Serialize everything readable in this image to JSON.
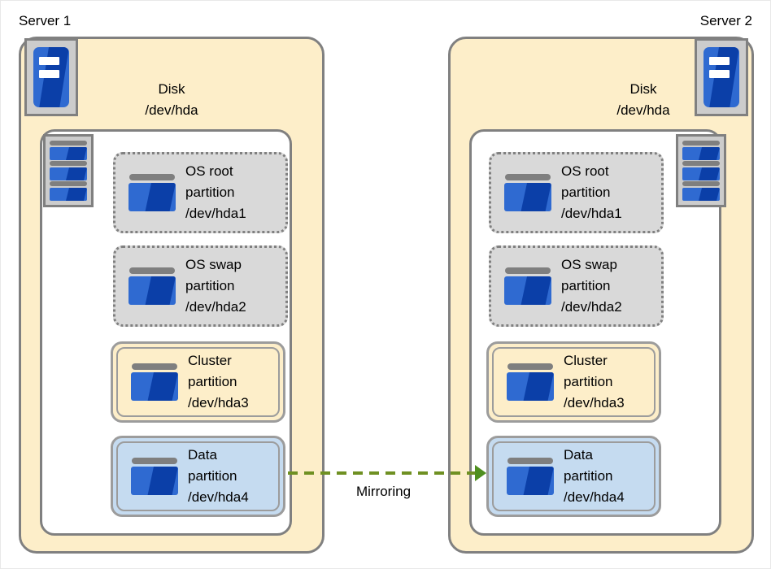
{
  "diagram": {
    "title_left": "Server 1",
    "title_right": "Server 2",
    "colors": {
      "server_fill": "#fdeec9",
      "disk_fill": "#ffffff",
      "outline": "#808080",
      "partition_os_fill": "#d9d9d9",
      "partition_cluster_fill": "#fdeec9",
      "partition_data_fill": "#c5dbf0",
      "icon_blue_light": "#2f6ad1",
      "icon_blue_dark": "#0b3fa8",
      "mirror_green": "#6f9022"
    }
  },
  "servers": [
    {
      "caption": "Server 1",
      "disk_caption_line1": "Disk",
      "disk_caption_line2": "/dev/hda",
      "partitions": [
        {
          "line1": "OS root",
          "line2": "partition",
          "line3": "/dev/hda1",
          "style": "os"
        },
        {
          "line1": "OS swap",
          "line2": "partition",
          "line3": "/dev/hda2",
          "style": "os"
        },
        {
          "line1": "Cluster",
          "line2": "partition",
          "line3": "/dev/hda3",
          "style": "cluster"
        },
        {
          "line1": "Data",
          "line2": "partition",
          "line3": "/dev/hda4",
          "style": "data"
        }
      ]
    },
    {
      "caption": "Server 2",
      "disk_caption_line1": "Disk",
      "disk_caption_line2": "/dev/hda",
      "partitions": [
        {
          "line1": "OS root",
          "line2": "partition",
          "line3": "/dev/hda1",
          "style": "os"
        },
        {
          "line1": "OS swap",
          "line2": "partition",
          "line3": "/dev/hda2",
          "style": "os"
        },
        {
          "line1": "Cluster",
          "line2": "partition",
          "line3": "/dev/hda3",
          "style": "cluster"
        },
        {
          "line1": "Data",
          "line2": "partition",
          "line3": "/dev/hda4",
          "style": "data"
        }
      ]
    }
  ],
  "connector": {
    "label": "Mirroring",
    "direction": "left-to-right"
  },
  "icons": {
    "server_tower": "server-tower-icon",
    "disk_stack": "disk-stack-icon",
    "partition_disk": "disk-platter-icon"
  }
}
